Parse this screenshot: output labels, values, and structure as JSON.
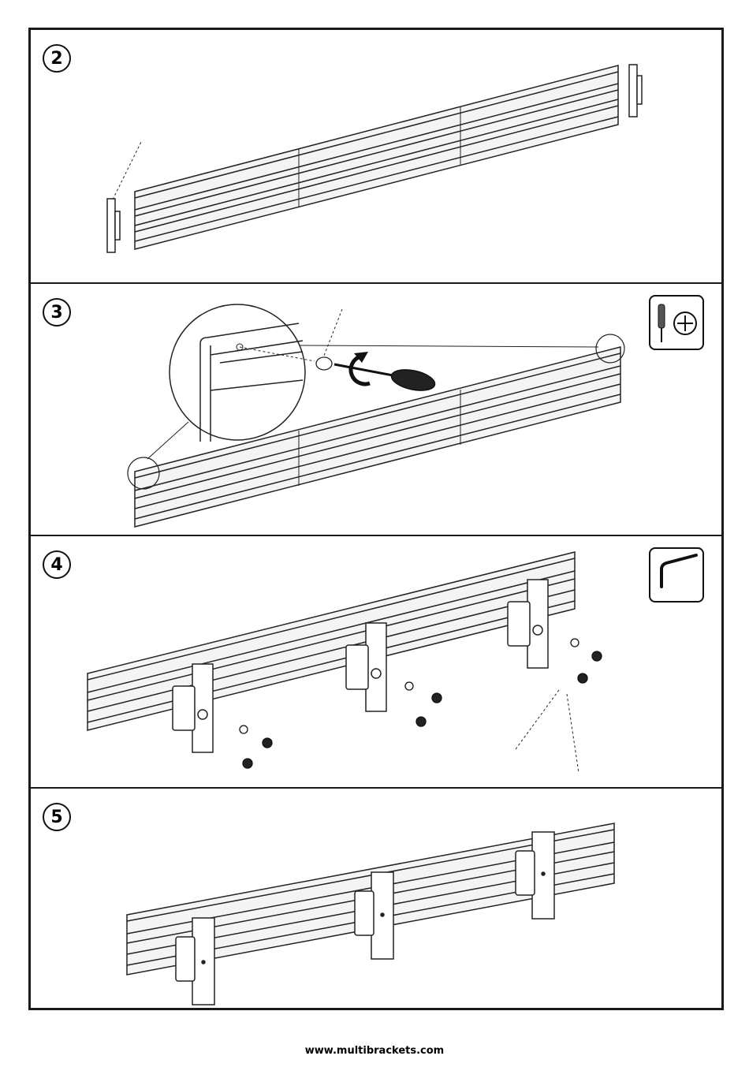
{
  "steps": [
    {
      "number": "2"
    },
    {
      "number": "3"
    },
    {
      "number": "4"
    },
    {
      "number": "5"
    }
  ],
  "tools": {
    "step3": "phillips-screwdriver-icon",
    "step4": "allen-key-icon"
  },
  "footer": {
    "url": "www.multibrackets.com"
  }
}
